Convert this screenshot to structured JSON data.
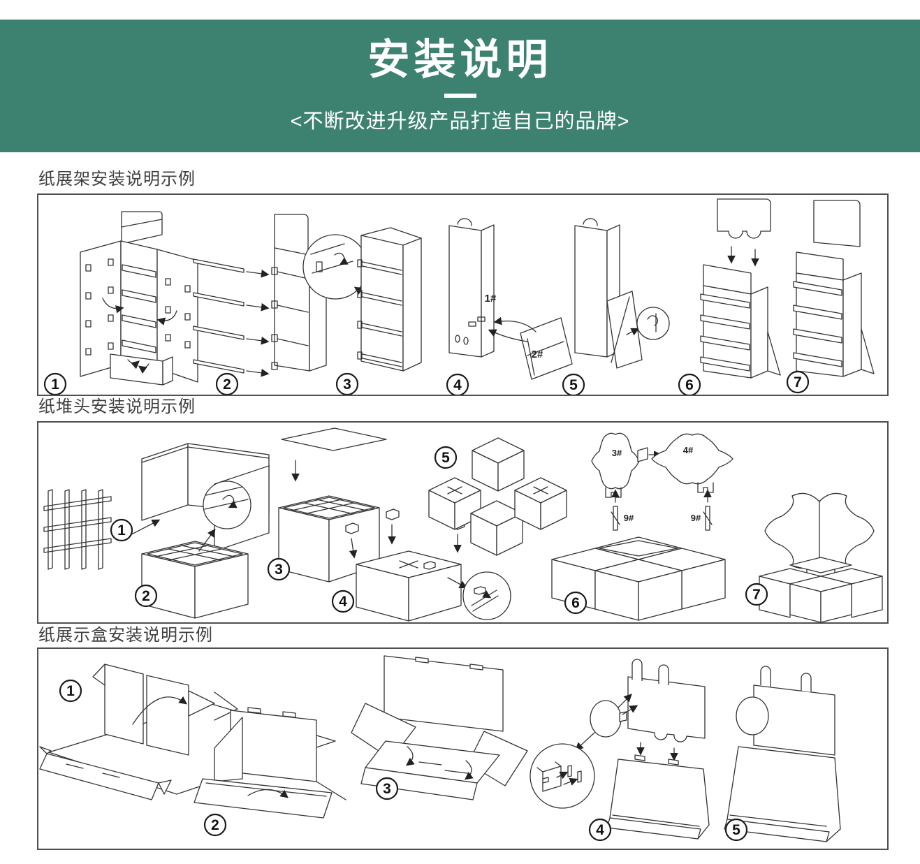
{
  "header": {
    "title": "安装说明",
    "subtitle": "<不断改进升级产品打造自己的品牌>",
    "bg_color": "#3d8270",
    "text_color": "#ffffff"
  },
  "sections": [
    {
      "id": "paper-display-rack",
      "title": "纸展架安装说明示例",
      "steps": [
        "1",
        "2",
        "3",
        "4",
        "5",
        "6",
        "7"
      ],
      "part_labels": {
        "back_panel": "1#",
        "support_wedge": "2#"
      }
    },
    {
      "id": "paper-pallet-stack",
      "title": "纸堆头安装说明示例",
      "steps": [
        "1",
        "2",
        "3",
        "4",
        "5",
        "6",
        "7"
      ],
      "part_labels": {
        "cutout_left": "3#",
        "cutout_right": "4#",
        "peg_left": "9#",
        "peg_right": "9#"
      }
    },
    {
      "id": "paper-display-box",
      "title": "纸展示盒安装说明示例",
      "steps": [
        "1",
        "2",
        "3",
        "4",
        "5"
      ]
    }
  ],
  "colors": {
    "line": "#333333",
    "panel_border": "#4f4f4f",
    "section_title": "#3f3f3f"
  }
}
